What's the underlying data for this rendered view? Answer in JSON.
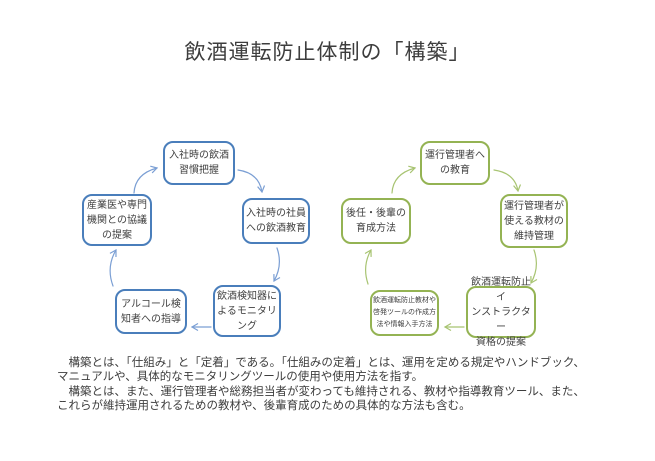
{
  "title": "飲酒運転防止体制の「構築」",
  "colors": {
    "box_blue": "#4a7ebb",
    "box_green": "#94b353",
    "arrow_blue": "#7b9fd4",
    "arrow_green": "#a8c472",
    "text": "#404040"
  },
  "left_cycle": {
    "nodes": [
      {
        "label": "入社時の飲酒\n習慣把握"
      },
      {
        "label": "入社時の社員\nへの飲酒教育"
      },
      {
        "label": "飲酒検知器に\nよるモニタリ\nング"
      },
      {
        "label": "アルコール検\n知者への指導"
      },
      {
        "label": "産業医や専門\n機関との協議\nの提案"
      }
    ]
  },
  "right_cycle": {
    "nodes": [
      {
        "label": "運行管理者へ\nの教育"
      },
      {
        "label": "運行管理者が\n使える教材の\n維持管理"
      },
      {
        "label": "飲酒運転防止イ\nンストラクター\n資格の提案"
      },
      {
        "label": "飲酒運転防止教材や\n啓発ツールの作成方\n法や情報入手方法"
      },
      {
        "label": "後任・後輩の\n育成方法"
      }
    ]
  },
  "caption": "　構築とは、「仕組み」と「定着」である。「仕組みの定着」とは、運用を定める規定やハンドブック、\nマニュアルや、具体的なモニタリングツールの使用や使用方法を指す。\n　構築とは、また、運行管理者や総務担当者が変わっても維持される、教材や指導教育ツール、また、\nこれらが維持運用されるための教材や、後輩育成のための具体的な方法も含む。"
}
